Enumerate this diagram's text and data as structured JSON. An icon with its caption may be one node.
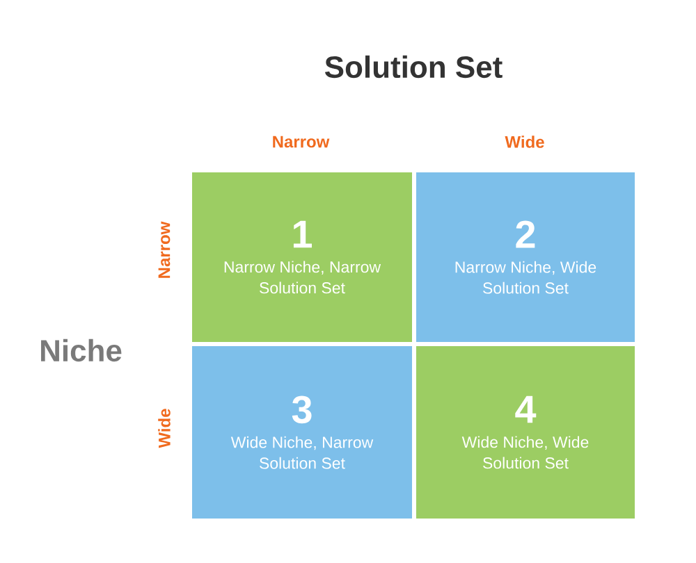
{
  "diagram": {
    "nodes": [
      {
        "text": [
          "1",
          "Narrow Niche, Narrow Solution Set"
        ]
      },
      {
        "text": [
          "2",
          "Narrow Niche, Wide Solution Set"
        ]
      },
      {
        "text": [
          "3",
          "Wide Niche, Narrow Solution Set"
        ]
      },
      {
        "text": [
          "4",
          "Wide Niche, Wide Solution Set"
        ]
      }
    ],
    "labels": [
      "Solution Set",
      "Narrow",
      "Wide",
      "Narrow",
      "Wide",
      "Niche"
    ]
  }
}
